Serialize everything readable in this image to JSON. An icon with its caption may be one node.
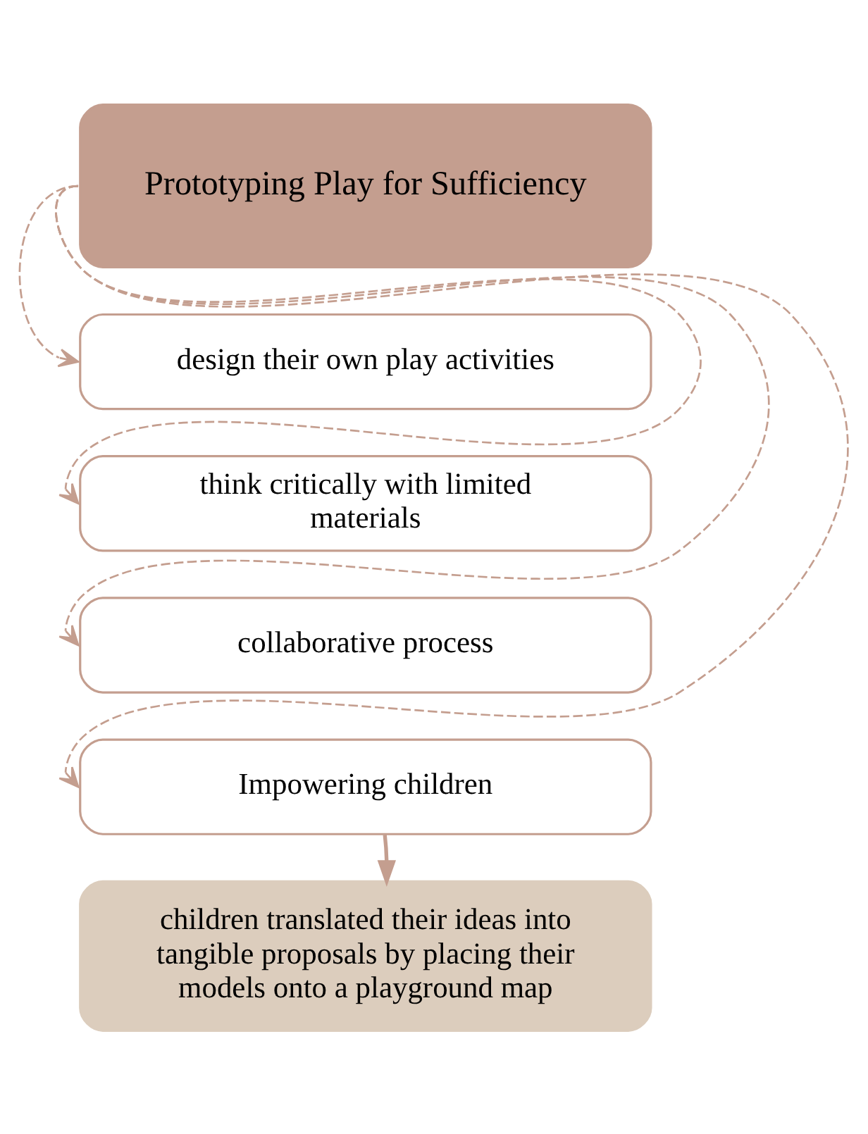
{
  "diagram": {
    "nodes": [
      {
        "text": [
          "Prototyping Play for Sufficiency"
        ]
      },
      {
        "text": [
          "design their own play activities"
        ]
      },
      {
        "text": [
          "think critically with limited materials"
        ]
      },
      {
        "text": [
          "collaborative process"
        ]
      },
      {
        "text": [
          "Impowering children"
        ]
      },
      {
        "text": [
          "children translated their ideas into tangible proposals by placing their models onto a playground map"
        ]
      }
    ],
    "edges": [
      {
        "from": 0,
        "to": 1,
        "arrow": "to",
        "style": "dashed"
      },
      {
        "from": 0,
        "to": 2,
        "arrow": "to",
        "style": "dashed"
      },
      {
        "from": 0,
        "to": 3,
        "arrow": "to",
        "style": "dashed"
      },
      {
        "from": 0,
        "to": 4,
        "arrow": "to",
        "style": "dashed"
      },
      {
        "from": 4,
        "to": 5,
        "arrow": "to"
      }
    ]
  }
}
